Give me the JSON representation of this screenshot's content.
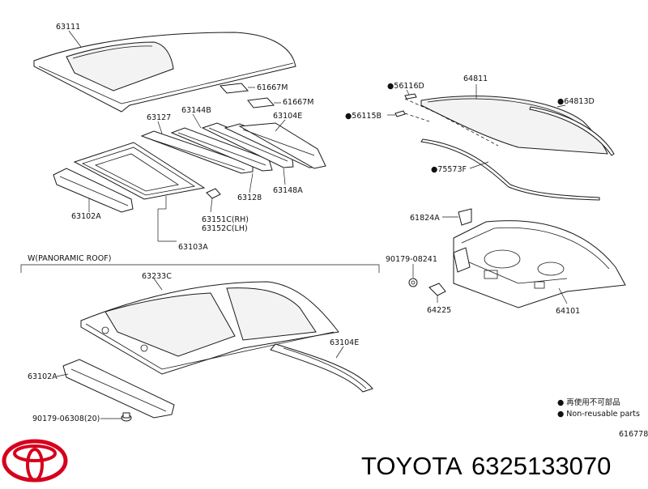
{
  "labels": {
    "p63111": "63111",
    "p61667m_a": "61667M",
    "p61667m_b": "61667M",
    "p63127": "63127",
    "p63144b": "63144B",
    "p63104e_top": "63104E",
    "p63128": "63128",
    "p63148a": "63148A",
    "p63102a_top": "63102A",
    "p63151c": "63151C(RH)",
    "p63152c": "63152C(LH)",
    "p63103a": "63103A",
    "p56116d": "●56116D",
    "p64811": "64811",
    "p64813d": "●64813D",
    "p56115b": "●56115B",
    "p75573f": "●75573F",
    "p61824a": "61824A",
    "p90179_08241": "90179-08241",
    "p64225": "64225",
    "p64101": "64101",
    "panoramic": "W(PANORAMIC ROOF)",
    "p63233c": "63233C",
    "p63104e_bottom": "63104E",
    "p63102a_bottom": "63102A",
    "p90179_06308": "90179-06308(20)"
  },
  "legend": {
    "line1": "● 再使用不可部品",
    "line2": "● Non-reusable parts"
  },
  "diagram_id": "616778",
  "footer": {
    "brand": "TOYOTA",
    "part_number": "6325133070"
  },
  "colors": {
    "logo_red": "#d6001c",
    "line": "#1a1a1a"
  }
}
